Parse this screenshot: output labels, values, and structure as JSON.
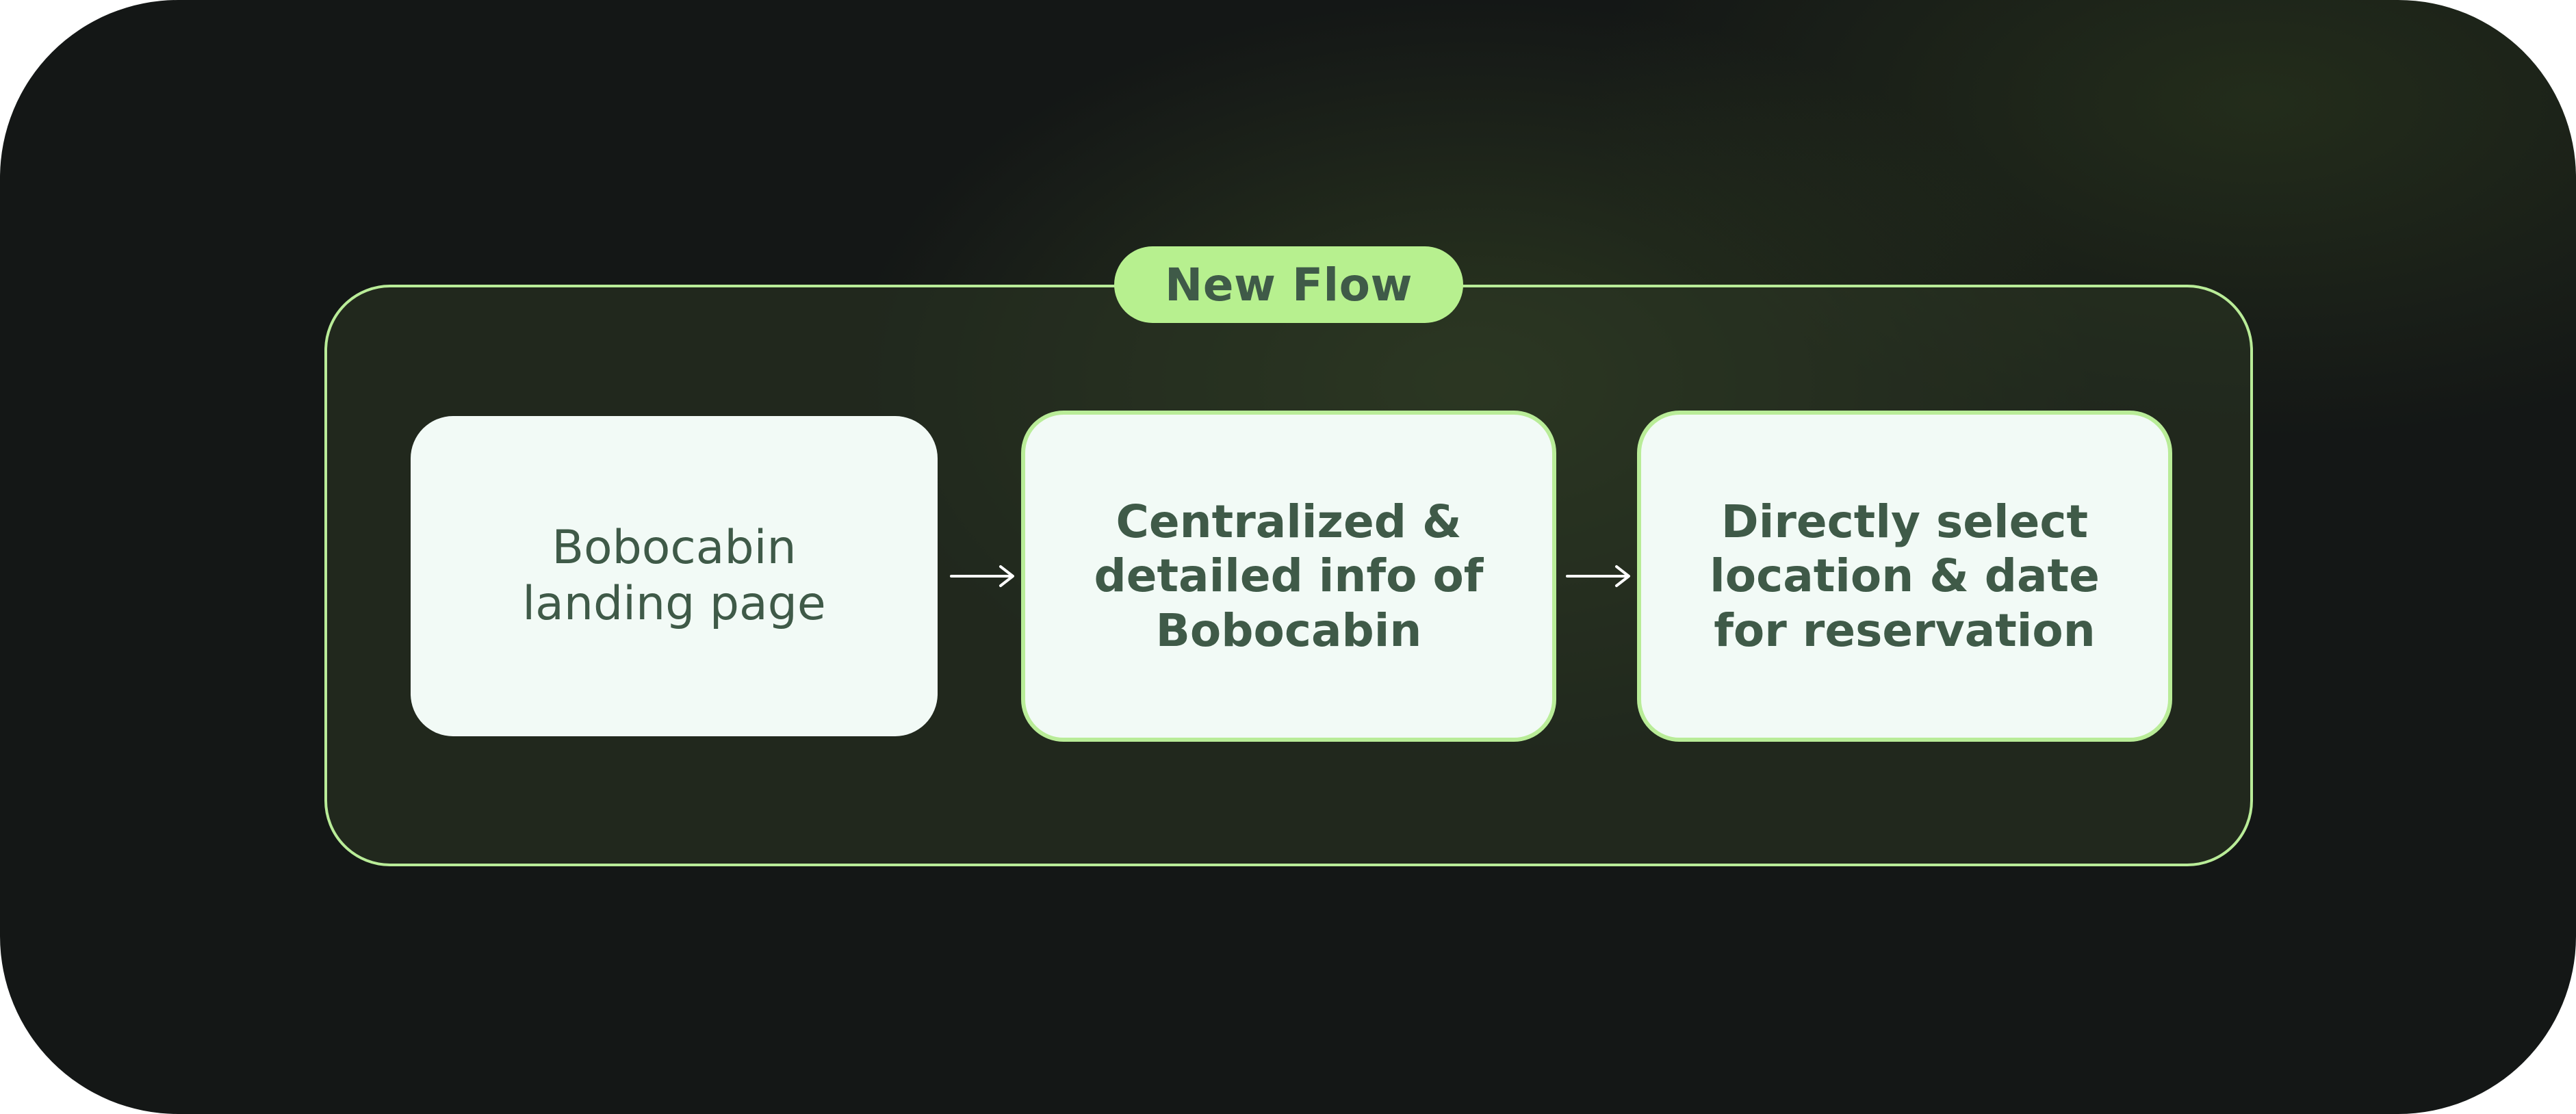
{
  "diagram": {
    "flow_label": "New Flow",
    "steps": [
      {
        "lines": [
          "Bobocabin",
          "landing page"
        ]
      },
      {
        "lines": [
          "Centralized &",
          "detailed info of",
          "Bobocabin"
        ]
      },
      {
        "lines": [
          "Directly select",
          "location & date",
          "for reservation"
        ]
      }
    ],
    "connectors": [
      "arrow-right-icon",
      "arrow-right-icon"
    ]
  },
  "colors": {
    "background": "#141716",
    "accent_green": "#b7f08f",
    "box_fill": "#f2faf6",
    "text_dark_green": "#3f5a48"
  }
}
